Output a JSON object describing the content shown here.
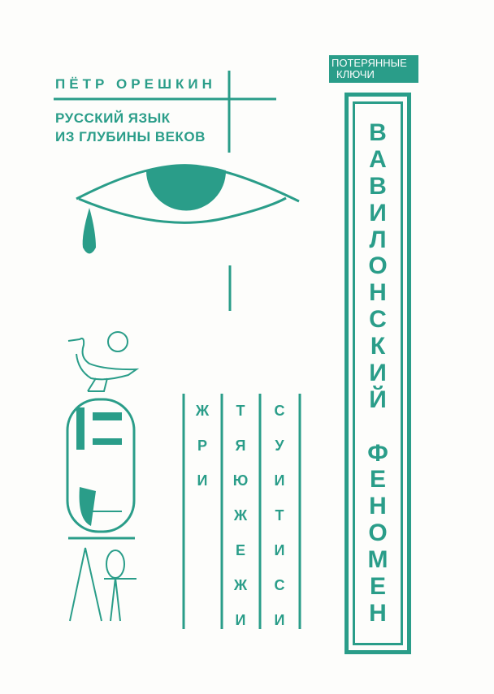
{
  "author": "ПЁТР ОРЕШКИН",
  "subtitle_lines": [
    "РУССКИЙ ЯЗЫК",
    "ИЗ ГЛУБИНЫ ВЕКОВ"
  ],
  "series_badge": [
    "ПОТЕРЯННЫЕ",
    "КЛЮЧИ"
  ],
  "title_letters": [
    "В",
    "А",
    "В",
    "И",
    "Л",
    "О",
    "Н",
    "С",
    "К",
    "И",
    "Й",
    " ",
    "Ф",
    "Е",
    "Н",
    "О",
    "М",
    "Е",
    "Н"
  ],
  "columns": [
    [
      "Ж",
      "Р",
      "И"
    ],
    [
      "Т",
      "Я",
      "Ю",
      "Ж",
      "Е",
      "Ж",
      "И"
    ],
    [
      "С",
      "У",
      "И",
      "Т",
      "И",
      "С",
      "И"
    ]
  ],
  "colors": {
    "accent": "#2a9d89",
    "background": "#fdfdfb"
  }
}
